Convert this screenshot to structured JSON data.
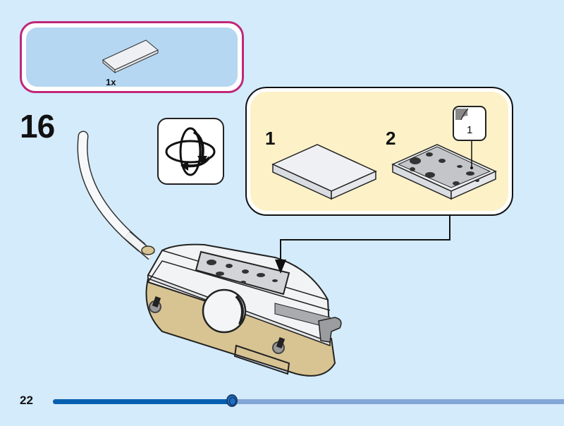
{
  "parts_list": {
    "items": [
      {
        "part": "tile-1x2-white",
        "quantity_label": "1x"
      }
    ]
  },
  "step": {
    "number": "16",
    "rotate_icon": "rotate-model-icon"
  },
  "sub_steps": [
    {
      "number": "1",
      "part": "tile-1x2-white"
    },
    {
      "number": "2",
      "part": "tile-1x2-with-sticker",
      "sticker_label": "1"
    }
  ],
  "footer": {
    "page_number": "22",
    "progress": 0.35
  },
  "colors": {
    "page_background": "#d4ebfb",
    "parts_box_border": "#c0287a",
    "parts_box_fill": "#b5d7f2",
    "sub_box_fill": "#fdf1c7",
    "progress_fill": "#075fb0",
    "progress_track": "#82a6d6",
    "tan": "#d8c493"
  }
}
